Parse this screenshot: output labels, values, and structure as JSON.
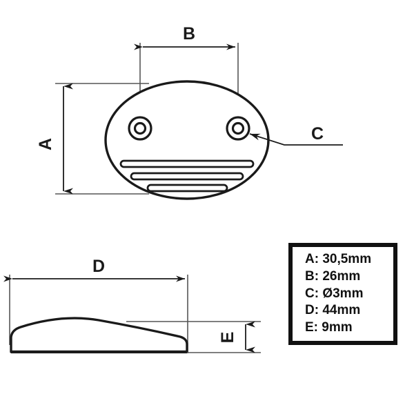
{
  "drawing": {
    "title": "Oval cover plate technical drawing",
    "background_color": "#ffffff",
    "line_color": "#1a1a1a",
    "dimension_line_color": "#4a4a4a",
    "views": {
      "top_view": {
        "name": "top-view",
        "shape": "oval",
        "holes": 2,
        "slots": 3,
        "labels": {
          "height_label": "A",
          "hole_spacing_label": "B",
          "hole_diameter_label": "C"
        }
      },
      "side_view": {
        "name": "side-view",
        "shape": "low-dome-profile",
        "labels": {
          "width_label": "D",
          "thickness_label": "E"
        }
      }
    }
  },
  "legend": {
    "name": "dimension-legend",
    "entries": [
      {
        "key": "A",
        "text": "A: 30,5mm",
        "value": "30,5mm"
      },
      {
        "key": "B",
        "text": "B: 26mm",
        "value": "26mm"
      },
      {
        "key": "C",
        "text": "C: Ø3mm",
        "value": "Ø3mm"
      },
      {
        "key": "D",
        "text": "D: 44mm",
        "value": "44mm"
      },
      {
        "key": "E",
        "text": "E: 9mm",
        "value": "9mm"
      }
    ]
  }
}
